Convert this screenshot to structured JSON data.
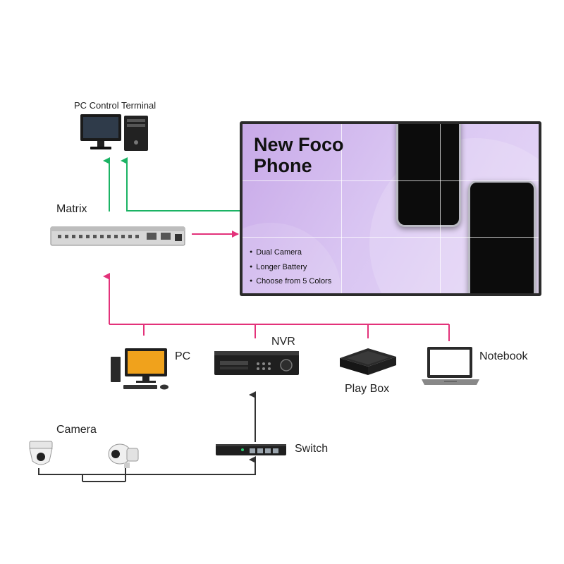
{
  "labels": {
    "pc_control_terminal": "PC Control Terminal",
    "matrix": "Matrix",
    "pc": "PC",
    "nvr": "NVR",
    "play_box": "Play Box",
    "notebook": "Notebook",
    "camera": "Camera",
    "switch": "Switch"
  },
  "video_wall": {
    "headline_line1": "New Foco",
    "headline_line2": "Phone",
    "features": [
      "Dual Camera",
      "Longer Battery",
      "Choose from 5 Colors"
    ]
  },
  "colors": {
    "control_link": "#1bb364",
    "signal_link": "#e3327a",
    "network_link": "#333333",
    "screen_background": "#d4bdf0"
  }
}
